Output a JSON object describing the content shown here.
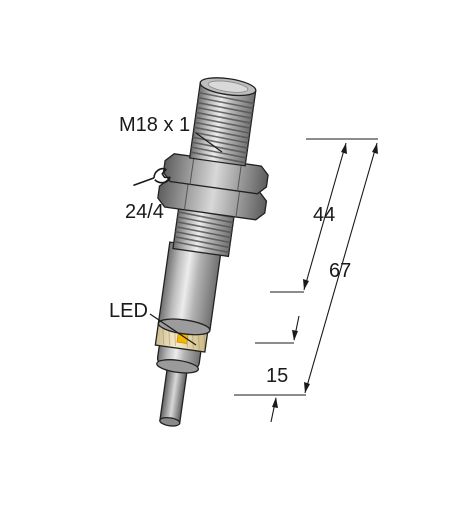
{
  "labels": {
    "thread": "M18 x 1",
    "wrench_size": "24/4",
    "dim_thread_length": "44",
    "dim_total_length": "67",
    "dim_led_section": "15",
    "led": "LED"
  },
  "icons": {
    "wrench": "wrench-icon"
  },
  "colors": {
    "body_dark": "#7d7d7d",
    "body_mid": "#a9a9a9",
    "body_light": "#e6e6e6",
    "led_window": "#f1e2b5",
    "led_indicator": "#f5b700",
    "outline": "#222222"
  }
}
